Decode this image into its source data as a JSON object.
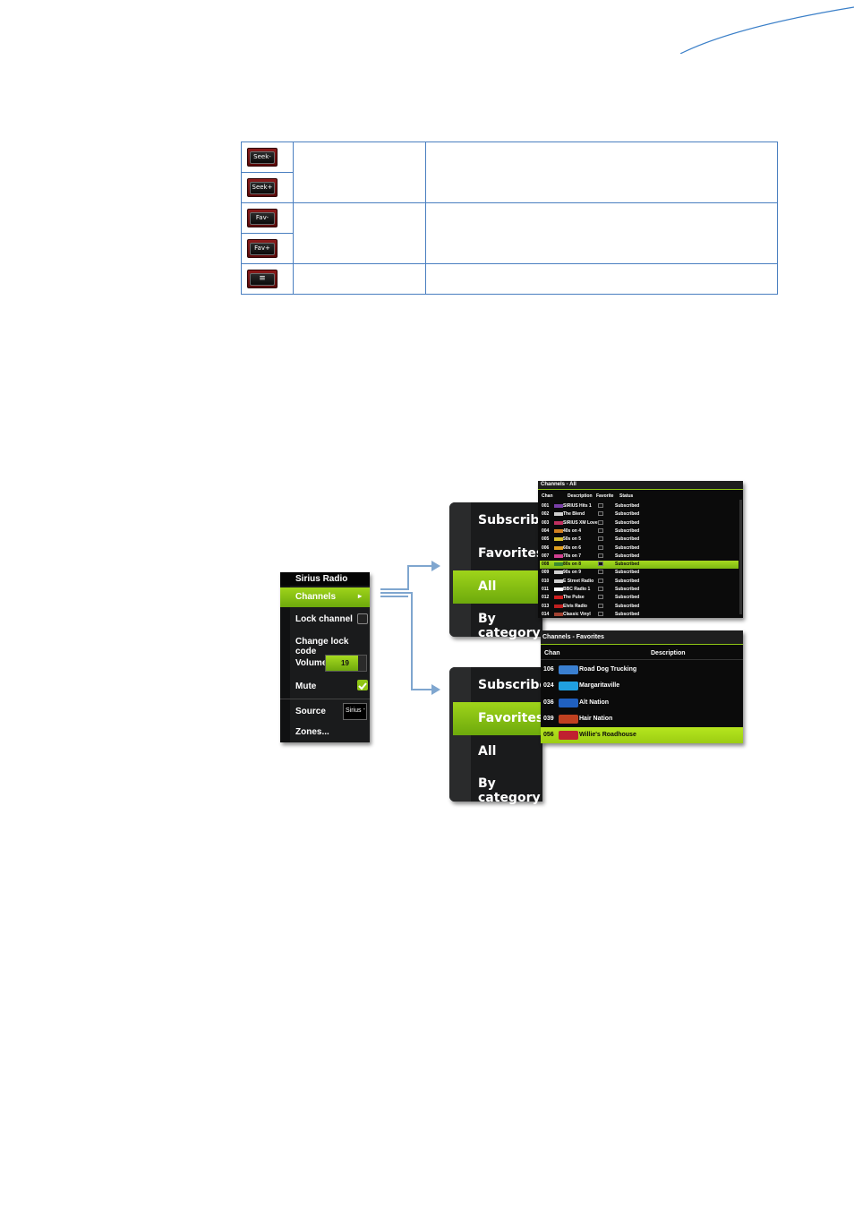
{
  "colors": {
    "accent_green": "#8fc515",
    "table_border": "#4a7fc0",
    "key_red": "#7a1010",
    "panel_bg": "#0b0b0b",
    "arrow_blue": "#7fa6cf"
  },
  "key_table": {
    "keys": [
      {
        "label": "Seek-",
        "icon": "seek-minus-key"
      },
      {
        "label": "Seek+",
        "icon": "seek-plus-key"
      },
      {
        "label": "Fav-",
        "icon": "fav-minus-key"
      },
      {
        "label": "Fav+",
        "icon": "fav-plus-key"
      },
      {
        "label": "",
        "icon": "menu-list-key"
      }
    ]
  },
  "sirius_menu": {
    "title": "Sirius Radio",
    "channels": "Channels",
    "channels_arrow": "▸",
    "lock_channel": "Lock channel",
    "change_lock_code": "Change lock code",
    "volume_label": "Volume",
    "volume_value": "19",
    "mute_label": "Mute",
    "mute_checked": true,
    "source_label": "Source",
    "source_value": "Sirius",
    "zones_label": "Zones..."
  },
  "category_menu_all": {
    "items": [
      "Subscribed",
      "Favorites",
      "All",
      "By category"
    ],
    "selected": "All"
  },
  "category_menu_favorites": {
    "items": [
      "Subscribed",
      "Favorites",
      "All",
      "By category"
    ],
    "selected": "Favorites"
  },
  "channels_all": {
    "title": "Channels - All",
    "headers": {
      "chan": "Chan",
      "description": "Description",
      "favorite": "Favorite",
      "status": "Status"
    },
    "rows": [
      {
        "chan": "001",
        "description": "SIRIUS Hits 1",
        "status": "Subscribed",
        "logo_color": "#7a3fa8"
      },
      {
        "chan": "002",
        "description": "The Blend",
        "status": "Subscribed",
        "logo_color": "#cfcfcf"
      },
      {
        "chan": "003",
        "description": "SIRIUS XM Love",
        "status": "Subscribed",
        "logo_color": "#c03060"
      },
      {
        "chan": "004",
        "description": "40s on 4",
        "status": "Subscribed",
        "logo_color": "#d08020"
      },
      {
        "chan": "005",
        "description": "50s on 5",
        "status": "Subscribed",
        "logo_color": "#d8c030"
      },
      {
        "chan": "006",
        "description": "60s on 6",
        "status": "Subscribed",
        "logo_color": "#e0a020"
      },
      {
        "chan": "007",
        "description": "70s on 7",
        "status": "Subscribed",
        "logo_color": "#d04090"
      },
      {
        "chan": "008",
        "description": "80s on 8",
        "status": "Subscribed",
        "logo_color": "#3a8a30",
        "selected": true
      },
      {
        "chan": "009",
        "description": "90s on 9",
        "status": "Subscribed",
        "logo_color": "#cfcfcf"
      },
      {
        "chan": "010",
        "description": "E Street Radio",
        "status": "Subscribed",
        "logo_color": "#cfcfcf"
      },
      {
        "chan": "011",
        "description": "BBC Radio 1",
        "status": "Subscribed",
        "logo_color": "#ffffff"
      },
      {
        "chan": "012",
        "description": "The Pulse",
        "status": "Subscribed",
        "logo_color": "#d02020"
      },
      {
        "chan": "013",
        "description": "Elvis Radio",
        "status": "Subscribed",
        "logo_color": "#c02020"
      },
      {
        "chan": "014",
        "description": "Classic Vinyl",
        "status": "Subscribed",
        "logo_color": "#a04030"
      }
    ]
  },
  "channels_favorites": {
    "title": "Channels - Favorites",
    "headers": {
      "chan": "Chan",
      "description": "Description"
    },
    "rows": [
      {
        "chan": "106",
        "description": "Road Dog Trucking",
        "logo_color": "#3a7fd0"
      },
      {
        "chan": "024",
        "description": "Margaritaville",
        "logo_color": "#20a0e0"
      },
      {
        "chan": "036",
        "description": "Alt Nation",
        "logo_color": "#2060c0"
      },
      {
        "chan": "039",
        "description": "Hair Nation",
        "logo_color": "#c04020"
      },
      {
        "chan": "056",
        "description": "Willie's Roadhouse",
        "logo_color": "#c02030",
        "selected": true
      }
    ]
  }
}
